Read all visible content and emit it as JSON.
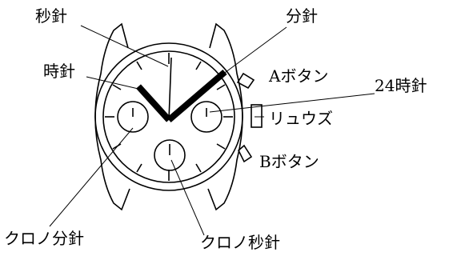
{
  "diagram": {
    "labels": {
      "second_hand": "秒針",
      "minute_hand": "分針",
      "hour_hand": "時針",
      "a_button": "Aボタン",
      "hand_24h": "24時針",
      "crown": "リュウズ",
      "b_button": "Bボタン",
      "chrono_minute_hand": "クロノ分針",
      "chrono_second_hand": "クロノ秒針"
    }
  }
}
